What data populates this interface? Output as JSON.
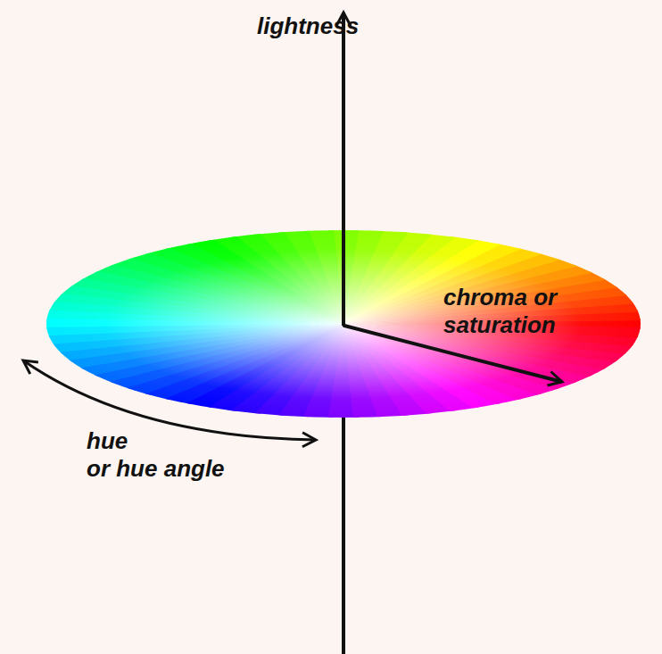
{
  "diagram": {
    "labels": [
      "lightness",
      "chroma or saturation",
      "hue or hue angle"
    ]
  }
}
